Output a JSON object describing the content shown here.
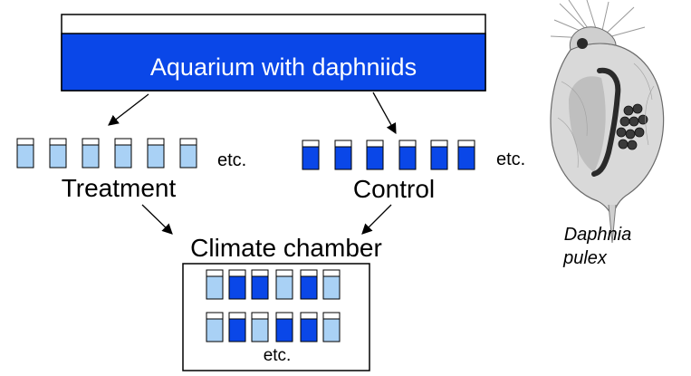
{
  "aquarium": {
    "label": "Aquarium with daphniids",
    "water_color": "#0a47e8"
  },
  "groups": {
    "treatment": {
      "label": "Treatment",
      "more_label": "etc.",
      "water_color": "#a9d1f5"
    },
    "control": {
      "label": "Control",
      "more_label": "etc.",
      "water_color": "#0a47e8"
    }
  },
  "climate_chamber": {
    "label": "Climate chamber",
    "more_label": "etc.",
    "row1": [
      "treatment",
      "control",
      "control",
      "treatment",
      "control",
      "treatment"
    ],
    "row2": [
      "treatment",
      "control",
      "treatment",
      "control",
      "control",
      "treatment"
    ]
  },
  "organism": {
    "genus": "Daphnia",
    "species": "pulex"
  },
  "colors": {
    "outline": "#000000",
    "background": "#ffffff"
  }
}
